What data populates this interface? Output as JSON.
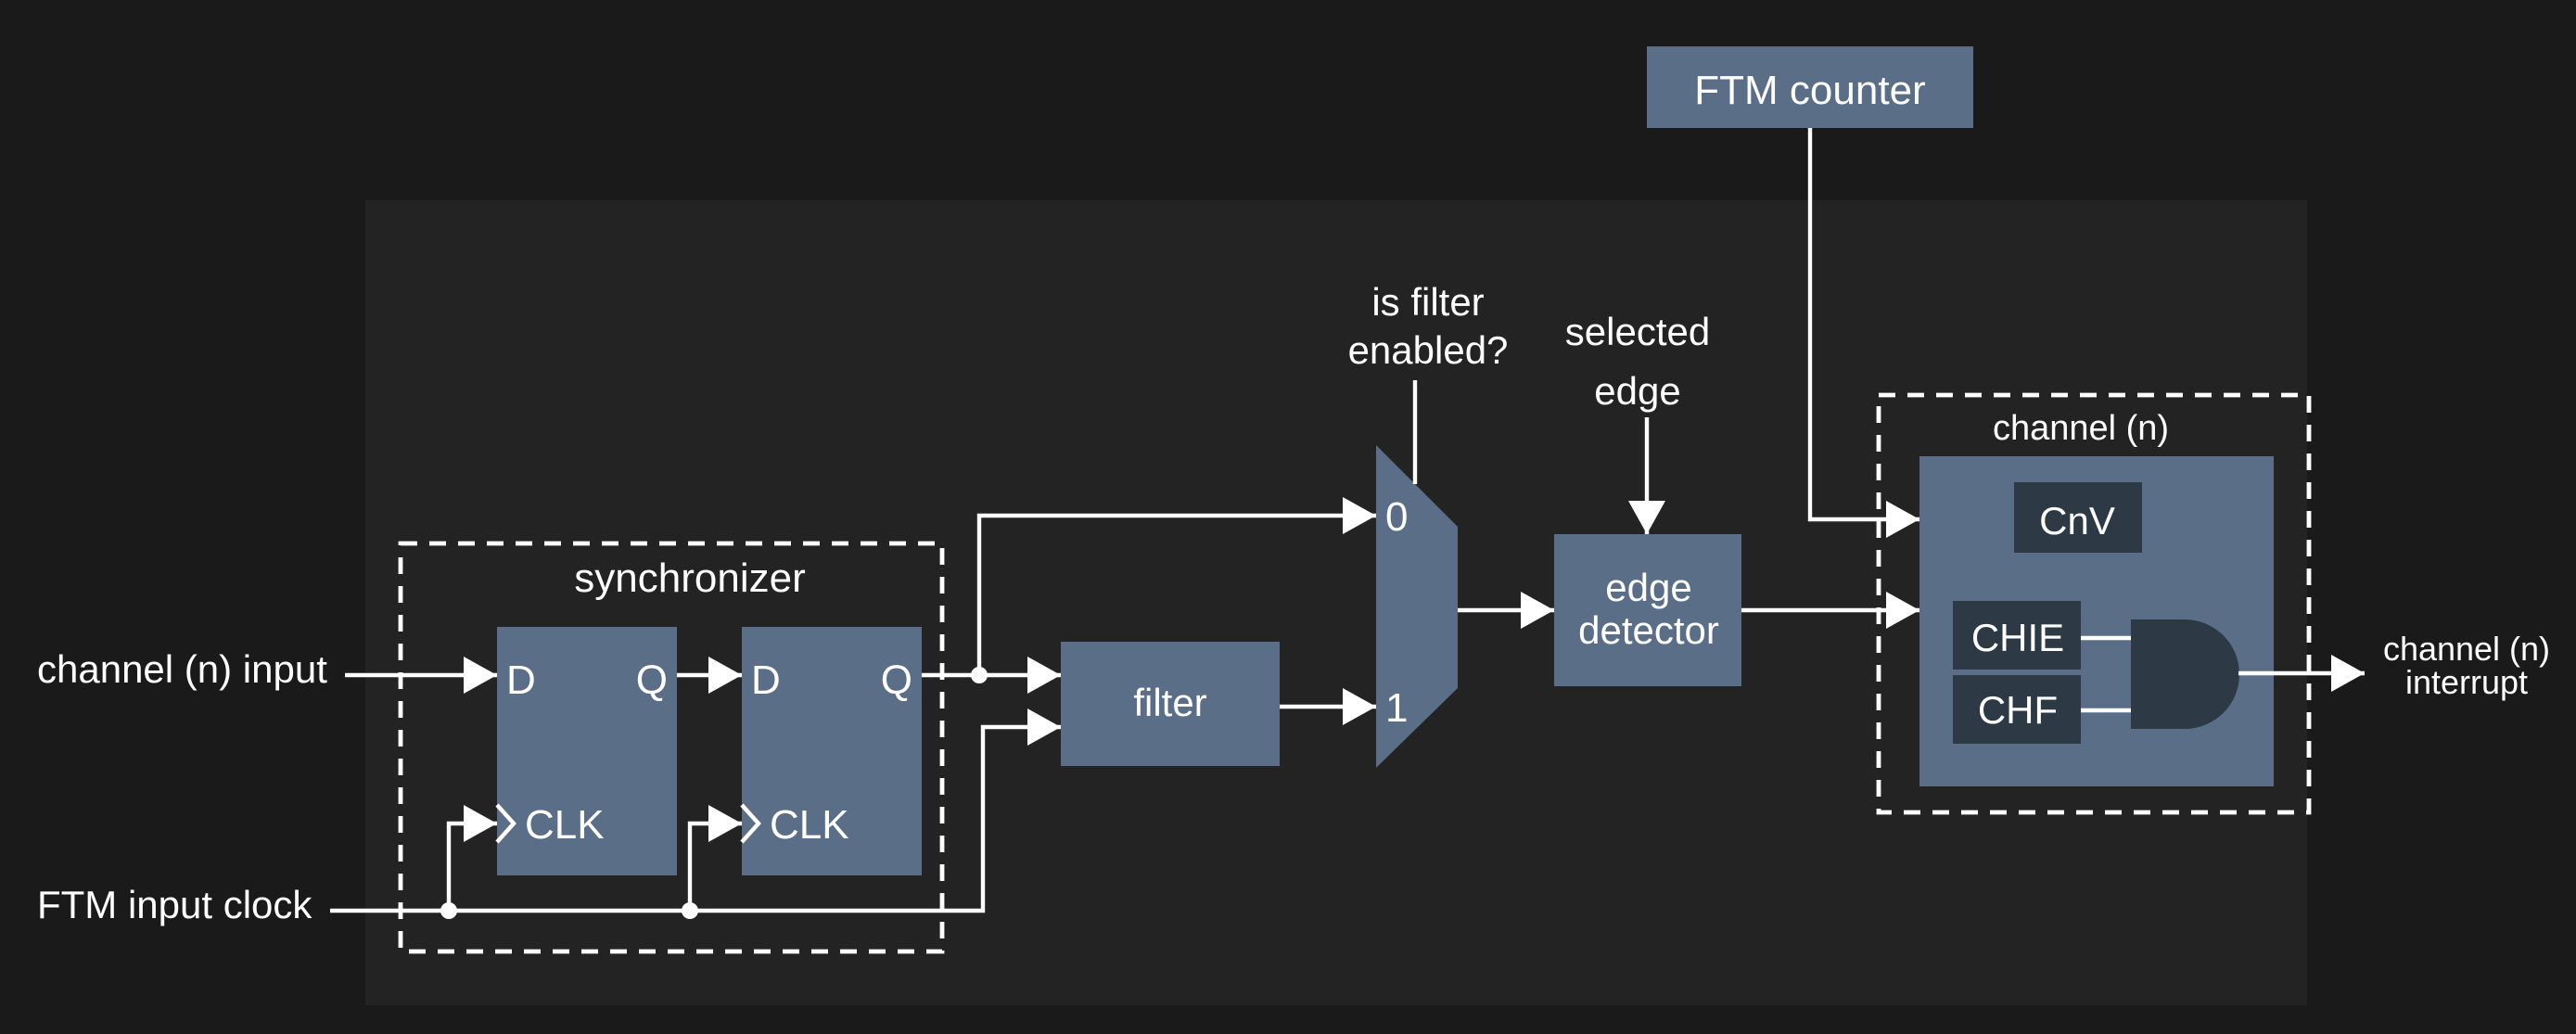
{
  "colors": {
    "background": "#1a1a1a",
    "panel": "#232323",
    "block": "#5a6e88",
    "block_dark": "#2d3944",
    "wire": "#ffffff",
    "text": "#ffffff"
  },
  "ftm_counter": {
    "label": "FTM counter"
  },
  "synchronizer": {
    "title": "synchronizer",
    "ff1": {
      "d": "D",
      "q": "Q",
      "clk": "CLK"
    },
    "ff2": {
      "d": "D",
      "q": "Q",
      "clk": "CLK"
    }
  },
  "filter": {
    "label": "filter"
  },
  "mux": {
    "input0": "0",
    "input1": "1",
    "question": [
      "is filter",
      "enabled?"
    ]
  },
  "edge_detector": {
    "label": [
      "edge",
      "detector"
    ],
    "control": [
      "selected",
      "edge"
    ]
  },
  "channel": {
    "title": "channel (n)",
    "cnv": "CnV",
    "chie": "CHIE",
    "chf": "CHF"
  },
  "io": {
    "channel_input": "channel (n) input",
    "ftm_input_clock": "FTM input clock",
    "channel_interrupt": [
      "channel (n)",
      "interrupt"
    ]
  }
}
